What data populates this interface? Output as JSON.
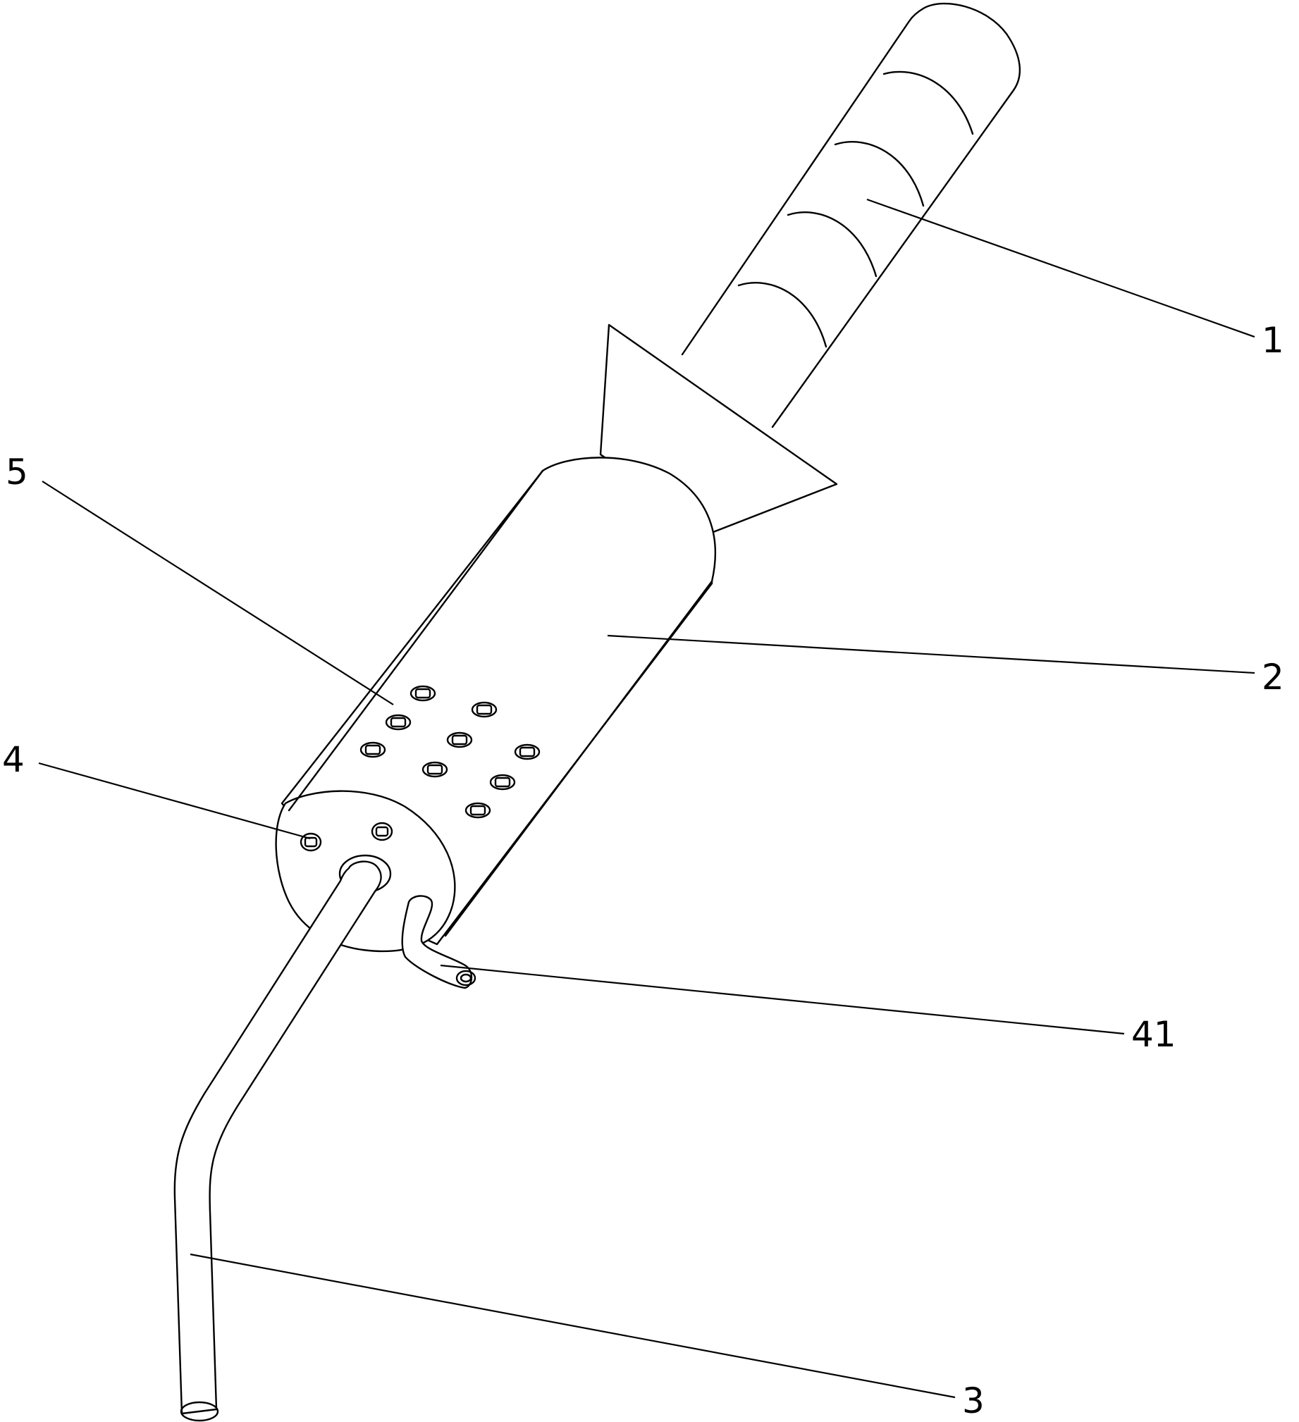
{
  "callouts": {
    "part_1": "1",
    "part_2": "2",
    "part_3": "3",
    "part_4": "4",
    "part_5": "5",
    "part_41": "41"
  },
  "colors": {
    "line": "#000000",
    "background": "#ffffff"
  }
}
